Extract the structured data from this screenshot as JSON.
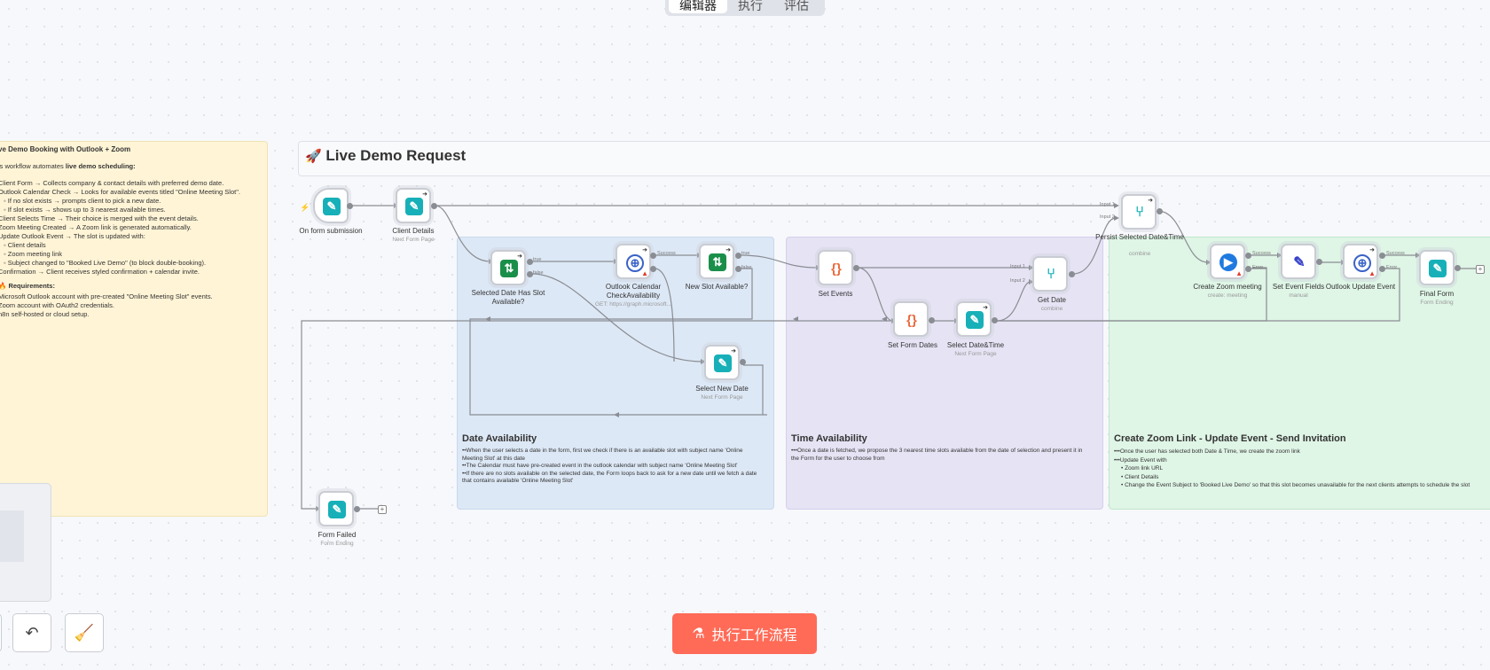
{
  "tabs": [
    {
      "label": "编辑器",
      "active": true
    },
    {
      "label": "执行",
      "active": false
    },
    {
      "label": "评估",
      "active": false
    }
  ],
  "canvas": {
    "workflow_title": "Live Demo Request",
    "title_icon": "rocket-icon"
  },
  "overview_note": {
    "heading": "ve Demo Booking with Outlook + Zoom",
    "intro_pre": "is workflow automates ",
    "intro_bold": "live demo scheduling:",
    "lines": [
      "Client Form → Collects company & contact details with preferred demo date.",
      "Outlook Calendar Check → Looks for available events titled \"Online Meeting Slot\".",
      "◦ If no slot exists → prompts client to pick a new date.",
      "◦ If slot exists → shows up to 3 nearest available times.",
      "Client Selects Time → Their choice is merged with the event details.",
      "Zoom Meeting Created → A Zoom link is generated automatically.",
      "Update Outlook Event → The slot is updated with:",
      "◦ Client details",
      "◦ Zoom meeting link",
      "◦ Subject changed to \"Booked Live Demo\" (to block double-booking).",
      "Confirmation → Client receives styled confirmation + calendar invite."
    ],
    "requirements_heading": "Requirements:",
    "requirements": [
      "Microsoft Outlook account with pre-created \"Online Meeting Slot\" events.",
      "Zoom account with OAuth2 credentials.",
      "n8n self-hosted or cloud setup."
    ]
  },
  "date_note": {
    "title": "Date Availability",
    "lines": [
      "••When the user selects a date in the form, first we check if there is an available slot with subject name 'Online",
      "Meeting Slot' at this date",
      "••The Calendar must have pre-created event in the outlook calendar with subject name 'Online Meeting Slot'",
      "••If there are no slots available on the selected date, the Form loops back to ask for a new date until we fetch a date",
      "that contains available 'Online Meeting Slot'"
    ]
  },
  "time_note": {
    "title": "Time Availability",
    "lines": [
      "•••Once a date is fetched, we propose the 3 nearest time slots available from the date of selection and present it in",
      "the Form for the user to choose from"
    ]
  },
  "zoom_note": {
    "title": "Create Zoom Link - Update Event - Send Invitation",
    "lines": [
      "•••Once the user has selected both Date & Time, we create the zoom link",
      "•••Update Event with"
    ],
    "bullets": [
      "Zoom link URL",
      "Client Details",
      "Change the Event Subject to 'Booked Live Demo' so that this slot becomes unavailable for the next clients attempts to schedule the slot"
    ]
  },
  "nodes": {
    "on_form_submission": {
      "label": "On form submission",
      "sub": "",
      "icon": "form-icon"
    },
    "client_details": {
      "label": "Client Details",
      "sub": "Next Form Page",
      "icon": "form-icon"
    },
    "selected_date_has_slot": {
      "label": "Selected Date Has Slot Available?",
      "sub": "",
      "icon": "switch-icon"
    },
    "outlook_calendar_check": {
      "label": "Outlook Calendar CheckAvailability",
      "sub": "GET: https://graph.microsoft...",
      "icon": "globe-icon"
    },
    "new_slot_available": {
      "label": "New Slot Available?",
      "sub": "",
      "icon": "switch-icon"
    },
    "select_new_date": {
      "label": "Select New Date",
      "sub": "Next Form Page",
      "icon": "form-icon"
    },
    "set_events": {
      "label": "Set Events",
      "sub": "",
      "icon": "code-icon"
    },
    "set_form_dates": {
      "label": "Set Form Dates",
      "sub": "",
      "icon": "code-icon"
    },
    "select_date_time": {
      "label": "Select Date&Time",
      "sub": "Next Form Page",
      "icon": "form-icon"
    },
    "get_date": {
      "label": "Get Date",
      "sub": "combine",
      "icon": "merge-icon"
    },
    "persist_selected": {
      "label": "Persist Selected Date&Time",
      "sub": "combine",
      "icon": "merge-icon"
    },
    "create_zoom_meeting": {
      "label": "Create Zoom meeting",
      "sub": "create: meeting",
      "icon": "zoom-icon"
    },
    "set_event_fields": {
      "label": "Set Event Fields",
      "sub": "manual",
      "icon": "pen-icon"
    },
    "outlook_update_event": {
      "label": "Outlook Update Event",
      "sub": "",
      "icon": "globe-icon"
    },
    "final_form": {
      "label": "Final Form",
      "sub": "Form Ending",
      "icon": "form-icon"
    },
    "form_failed": {
      "label": "Form Failed",
      "sub": "Form Ending",
      "icon": "form-icon"
    }
  },
  "edge_labels": {
    "true": "true",
    "false": "false",
    "success": "Success",
    "error": "Error",
    "input1": "Input 1",
    "input2": "Input 2"
  },
  "toolbar": {
    "undo_icon": "undo-icon",
    "clear_icon": "broom-icon",
    "run_label": "执行工作流程",
    "run_icon": "flask-icon"
  },
  "colors": {
    "run_button": "#ff6b57",
    "sticky_yellow": "#fff4d6",
    "sticky_blue": "#dde8f6",
    "sticky_purple": "#e6e3f4",
    "sticky_green": "#dff5e6"
  }
}
